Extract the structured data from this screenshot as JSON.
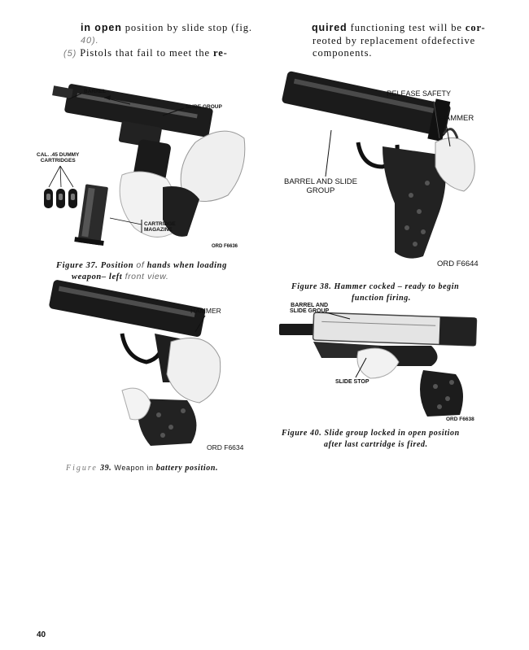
{
  "left_col": {
    "line1_bold": "in open",
    "line1_rest": "position by slide stop (fig.",
    "line2": "40).",
    "line3_item": "(5)",
    "line3_rest": "Pistols that fail to meet the",
    "line3_bold": "re-"
  },
  "right_col": {
    "line1_bold": "quired",
    "line1_mid": "functioning test will be",
    "line1_bold2": "cor-",
    "line2": "reoted by replacement ofdefective",
    "line3": "components."
  },
  "fig37": {
    "labels": {
      "barrel": "BARREL",
      "slide_group": "SLIDE GROUP",
      "cal_line1": "CAL. .45 DUMMY",
      "cal_line2": "CARTRIDGES",
      "magazine_line1": "CARTRIDGE",
      "magazine_line2": "MAGAZINE",
      "ord": "ORD F6636"
    },
    "caption": {
      "prefix": "Figure",
      "number": "37.",
      "text1": "Position",
      "text2": "of",
      "text3": "hands when loading",
      "text4": "weapon",
      "text5": "– left",
      "text6": "front view."
    }
  },
  "fig38": {
    "labels": {
      "release_safety": "RELEASE SAFETY",
      "hammer": "HAMMER",
      "barrel_slide_line1": "BARREL AND SLIDE",
      "barrel_slide_line2": "GROUP",
      "ord": "ORD F6644"
    },
    "caption": {
      "line1": "Figure 38.  Hammer cocked – ready to begin",
      "line2": "function firing."
    }
  },
  "fig39": {
    "labels": {
      "hammer": "HAMMER",
      "ord": "ORD F6634"
    },
    "caption": {
      "prefix": "Figure",
      "number": "39.",
      "text1": "Weapon in",
      "text2": "battery position."
    }
  },
  "fig40": {
    "labels": {
      "barrel_slide_line1": "BARREL AND",
      "barrel_slide_line2": "SLIDE GROUP",
      "slide_stop": "SLIDE STOP",
      "ord": "ORD F6638"
    },
    "caption": {
      "line1": "Figure 40.  Slide group locked in open position",
      "line2": "after last cartridge is fired."
    }
  },
  "page_number": "40"
}
